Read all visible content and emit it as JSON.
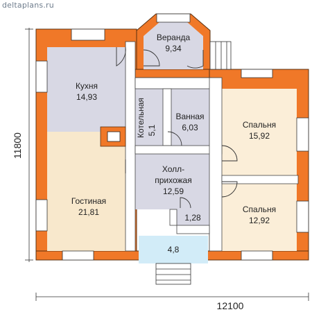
{
  "site": "deltaplans.ru",
  "dimensions": {
    "width": "12100",
    "height": "11800"
  },
  "rooms": {
    "veranda": {
      "name": "Веранда",
      "area": "9,34"
    },
    "kitchen": {
      "name": "Кухня",
      "area": "14,93"
    },
    "boiler": {
      "name": "Котельная",
      "area": "5,1"
    },
    "bathroom": {
      "name": "Ванная",
      "area": "6,03"
    },
    "bedroom1": {
      "name": "Спальня",
      "area": "15,92"
    },
    "hall": {
      "name1": "Холл-",
      "name2": "прихожая",
      "area": "12,59"
    },
    "living": {
      "name": "Гостиная",
      "area": "21,81"
    },
    "bedroom2": {
      "name": "Спальня",
      "area": "12,92"
    },
    "closet": {
      "area": "1,28"
    },
    "porch": {
      "area": "4,8"
    }
  },
  "colors": {
    "wall": "#f07828",
    "room": "#f8e8cc",
    "kitchen": "#d8d8e4",
    "bedroom": "#fbeed8",
    "porch": "#d2ecf8"
  }
}
